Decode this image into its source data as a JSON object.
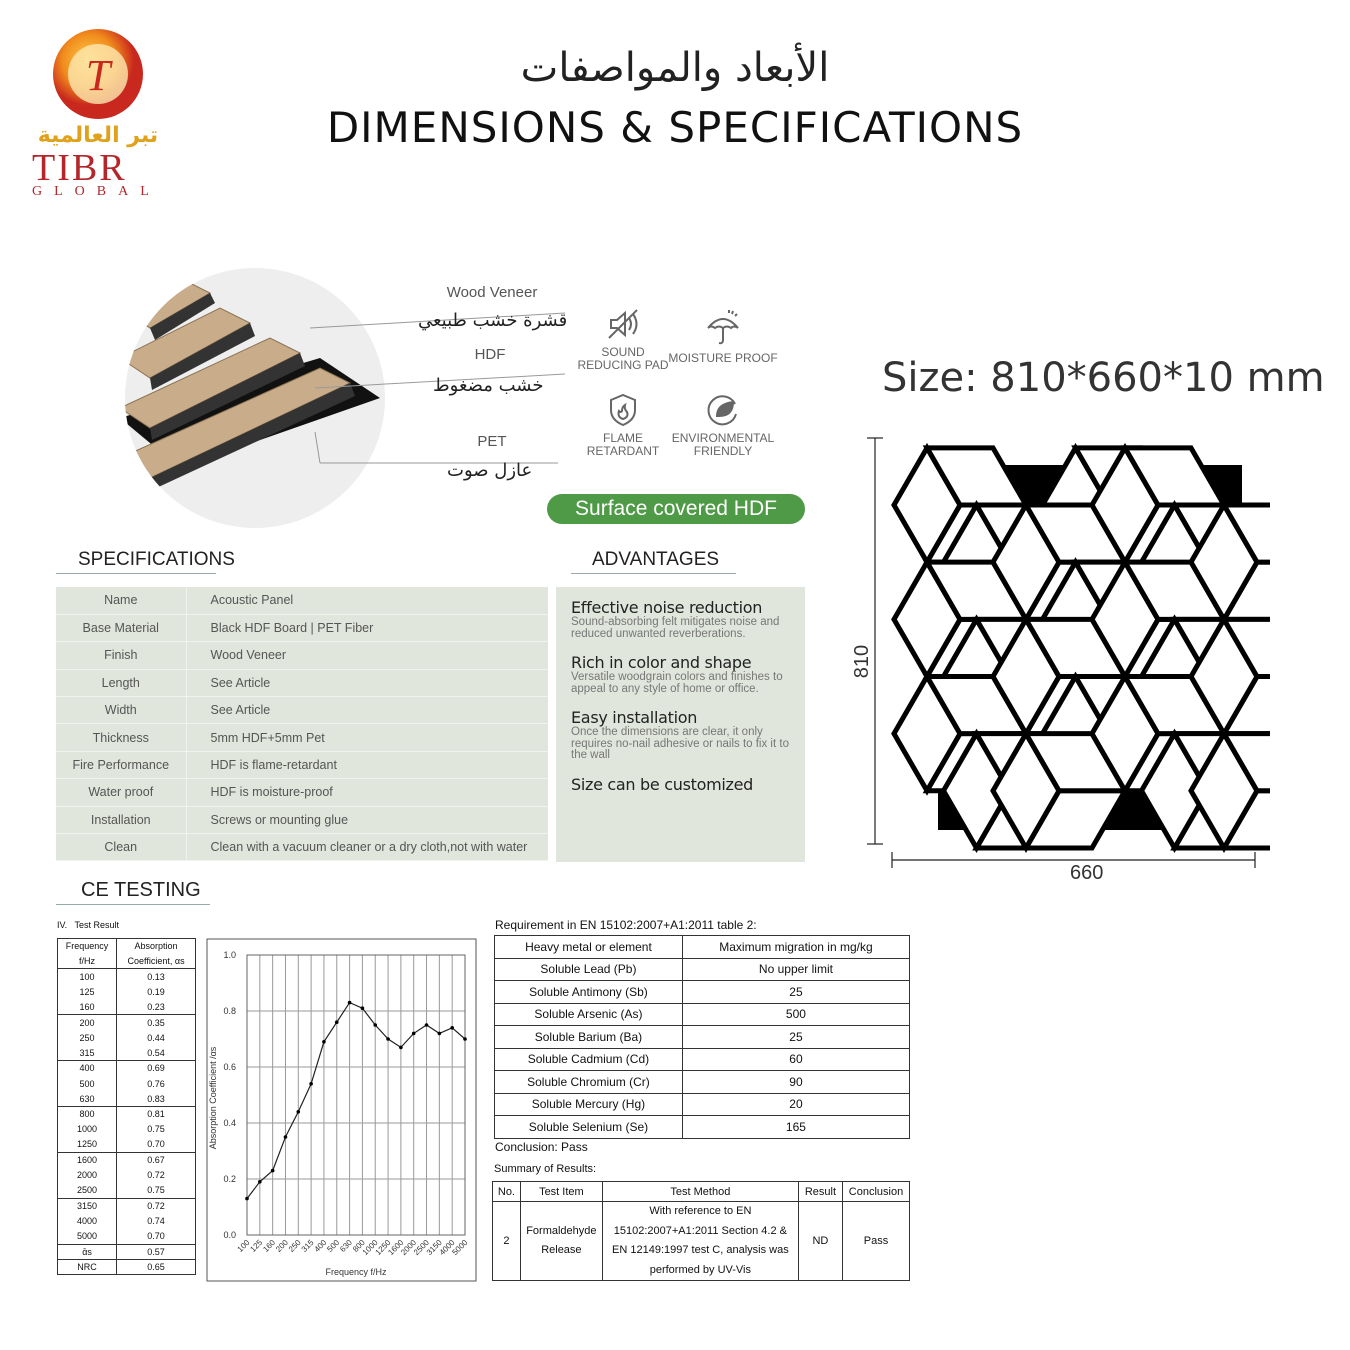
{
  "logo": {
    "arabic": "تبر العالمية",
    "brand": "TIBR",
    "sub": "GLOBAL"
  },
  "header": {
    "title_ar": "الأبعاد والمواصفات",
    "title_en": "DIMENSIONS & SPECIFICATIONS"
  },
  "layers": [
    {
      "en": "Wood Veneer",
      "ar": "قشرة خشب طبيعي"
    },
    {
      "en": "HDF",
      "ar": "خشب مضغوط"
    },
    {
      "en": "PET",
      "ar": "عازل صوت"
    }
  ],
  "features": [
    {
      "label": "SOUND REDUCING PAD",
      "icon": "sound-off-icon"
    },
    {
      "label": "MOISTURE PROOF",
      "icon": "umbrella-icon"
    },
    {
      "label": "FLAME RETARDANT",
      "icon": "flame-shield-icon"
    },
    {
      "label": "ENVIRONMENTAL FRIENDLY",
      "icon": "leaf-icon"
    }
  ],
  "surface_label": "Surface covered HDF",
  "specifications": {
    "heading": "SPECIFICATIONS",
    "rows": [
      [
        "Name",
        "Acoustic Panel"
      ],
      [
        "Base Material",
        "Black HDF Board | PET Fiber"
      ],
      [
        "Finish",
        "Wood Veneer"
      ],
      [
        "Length",
        "See Article"
      ],
      [
        "Width",
        "See Article"
      ],
      [
        "Thickness",
        "5mm HDF+5mm Pet"
      ],
      [
        "Fire Performance",
        "HDF is flame-retardant"
      ],
      [
        "Water proof",
        "HDF is moisture-proof"
      ],
      [
        "Installation",
        "Screws or mounting glue"
      ],
      [
        "Clean",
        "Clean with a vacuum cleaner or a dry cloth,not with water"
      ]
    ]
  },
  "advantages": {
    "heading": "ADVANTAGES",
    "items": [
      {
        "title": "Effective noise reduction",
        "text": "Sound-absorbing felt mitigates noise and reduced unwanted reverberations."
      },
      {
        "title": "Rich in color and shape",
        "text": "Versatile woodgrain colors and finishes to appeal to any style of home or office."
      },
      {
        "title": "Easy installation",
        "text": "Once the dimensions are clear, it only requires no-nail adhesive or nails to fix it to the wall"
      },
      {
        "title": "Size can be customized",
        "text": ""
      }
    ]
  },
  "size": {
    "label": "Size: 810*660*10 mm",
    "height": "810",
    "width": "660"
  },
  "ce": {
    "heading": "CE TESTING",
    "test_result": "IV.   Test Result",
    "table_headers": [
      "Frequency",
      "f/Hz",
      "Absorption",
      "Coefficient, αs"
    ],
    "avg_label": "ᾱs",
    "avg_value": "0.57",
    "nrc_label": "NRC",
    "nrc_value": "0.65"
  },
  "chart_data": {
    "type": "line",
    "xlabel": "Frequency f/Hz",
    "ylabel": "Absorption Coefficient /αs",
    "ylim": [
      0,
      1.0
    ],
    "yticks": [
      "0.0",
      "0.2",
      "0.4",
      "0.6",
      "0.8",
      "1.0"
    ],
    "categories": [
      "100",
      "125",
      "160",
      "200",
      "250",
      "315",
      "400",
      "500",
      "630",
      "800",
      "1000",
      "1250",
      "1600",
      "2000",
      "2500",
      "3150",
      "4000",
      "5000"
    ],
    "values": [
      "0.13",
      "0.19",
      "0.23",
      "0.35",
      "0.44",
      "0.54",
      "0.69",
      "0.76",
      "0.83",
      "0.81",
      "0.75",
      "0.70",
      "0.67",
      "0.72",
      "0.75",
      "0.72",
      "0.74",
      "0.70"
    ],
    "grid": true
  },
  "requirement": {
    "title": "Requirement in EN 15102:2007+A1:2011 table 2:",
    "headers": [
      "Heavy metal or element",
      "Maximum migration in mg/kg"
    ],
    "rows": [
      [
        "Soluble Lead (Pb)",
        "No upper limit"
      ],
      [
        "Soluble Antimony (Sb)",
        "25"
      ],
      [
        "Soluble Arsenic (As)",
        "500"
      ],
      [
        "Soluble Barium (Ba)",
        "25"
      ],
      [
        "Soluble Cadmium (Cd)",
        "60"
      ],
      [
        "Soluble Chromium (Cr)",
        "90"
      ],
      [
        "Soluble Mercury (Hg)",
        "20"
      ],
      [
        "Soluble Selenium (Se)",
        "165"
      ]
    ],
    "conclusion": "Conclusion: Pass",
    "summary_title": "Summary of Results:"
  },
  "summary": {
    "headers": [
      "No.",
      "Test Item",
      "Test Method",
      "Result",
      "Conclusion"
    ],
    "row": [
      "2",
      "Formaldehyde Release",
      "With reference to EN 15102:2007+A1:2011 Section 4.2 & EN 12149:1997 test C, analysis was performed by UV-Vis",
      "ND",
      "Pass"
    ]
  }
}
